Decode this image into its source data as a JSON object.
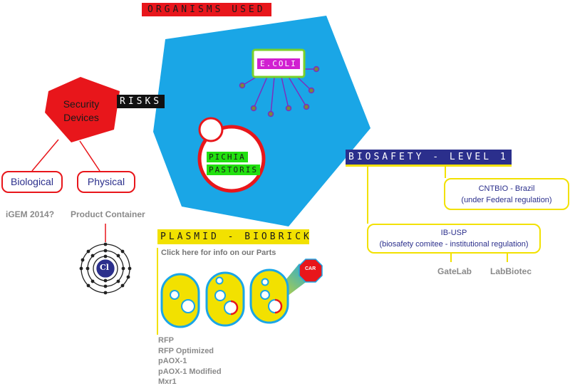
{
  "organisms": {
    "title": "ORGANISMS USED",
    "ecoli": "E.COLI",
    "pichia_line1": "PICHIA",
    "pichia_line2": "PASTORIS"
  },
  "risks": {
    "label": "RISKS",
    "security_line1": "Security",
    "security_line2": "Devices",
    "biological": "Biological",
    "physical": "Physical",
    "igem": "iGEM 2014?",
    "product_container": "Product Container",
    "atom_symbol": "Cl"
  },
  "biosafety": {
    "title": "BIOSAFETY - LEVEL 1",
    "cntbio_line1": "CNTBIO - Brazil",
    "cntbio_line2": "(under Federal regulation)",
    "ibusp_line1": "IB-USP",
    "ibusp_line2": "(biosafety comitee - institutional regulation)",
    "gatelab": "GateLab",
    "labbiotec": "LabBiotec"
  },
  "plasmid": {
    "title": "PLASMID - BIOBRICK",
    "link": "Click here for info on our Parts",
    "parts": [
      "RFP",
      "RFP Optimized",
      "pAOX-1",
      "pAOX-1 Modified",
      "Mxr1"
    ],
    "sign_text": "CAR"
  },
  "colors": {
    "red": "#e8161b",
    "blue": "#1aa6e6",
    "navy": "#2b2f8c",
    "yellow": "#f2e100",
    "magenta": "#d11fd1",
    "green": "#22e010",
    "lime_border": "#7ad12a"
  }
}
